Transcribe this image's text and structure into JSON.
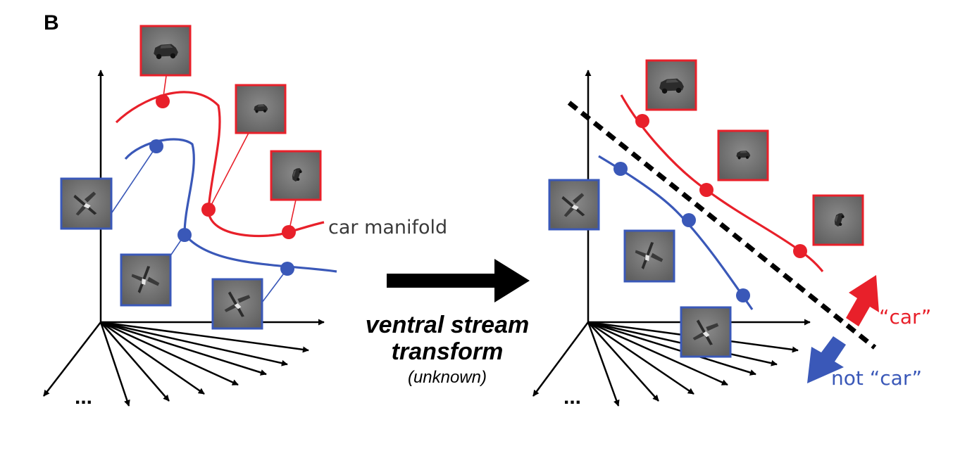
{
  "panel_label": "B",
  "manifold_label": "car manifold",
  "transform": {
    "title_line1": "ventral stream",
    "title_line2": "transform",
    "subtitle": "(unknown)"
  },
  "labels": {
    "car": "“car”",
    "not_car": "not “car”"
  },
  "ellipsis": "...",
  "colors": {
    "car": "#e8202a",
    "not_car": "#3a58b8",
    "image_fill": "#6f6f6f",
    "axis": "#000000"
  },
  "icons": {
    "car_object": "car-icon",
    "plane_object": "airplane-icon"
  }
}
